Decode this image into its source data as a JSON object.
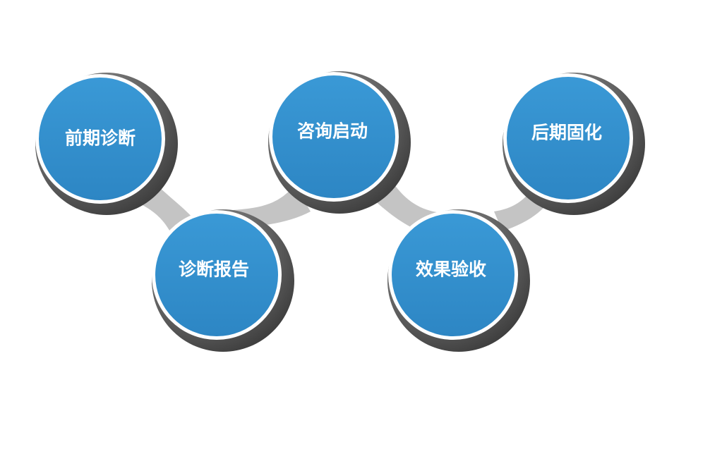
{
  "diagram": {
    "colors": {
      "node_fill": "#3392d0",
      "ring_fill": "#ffffff",
      "shadow_outer": "#4a4a4a",
      "shadow_inner": "#8a8a8a",
      "connector": "#c4c4c4"
    },
    "steps": [
      {
        "label": "前期诊断"
      },
      {
        "label": "诊断报告"
      },
      {
        "label": "咨询启动"
      },
      {
        "label": "效果验收"
      },
      {
        "label": "后期固化"
      }
    ]
  }
}
